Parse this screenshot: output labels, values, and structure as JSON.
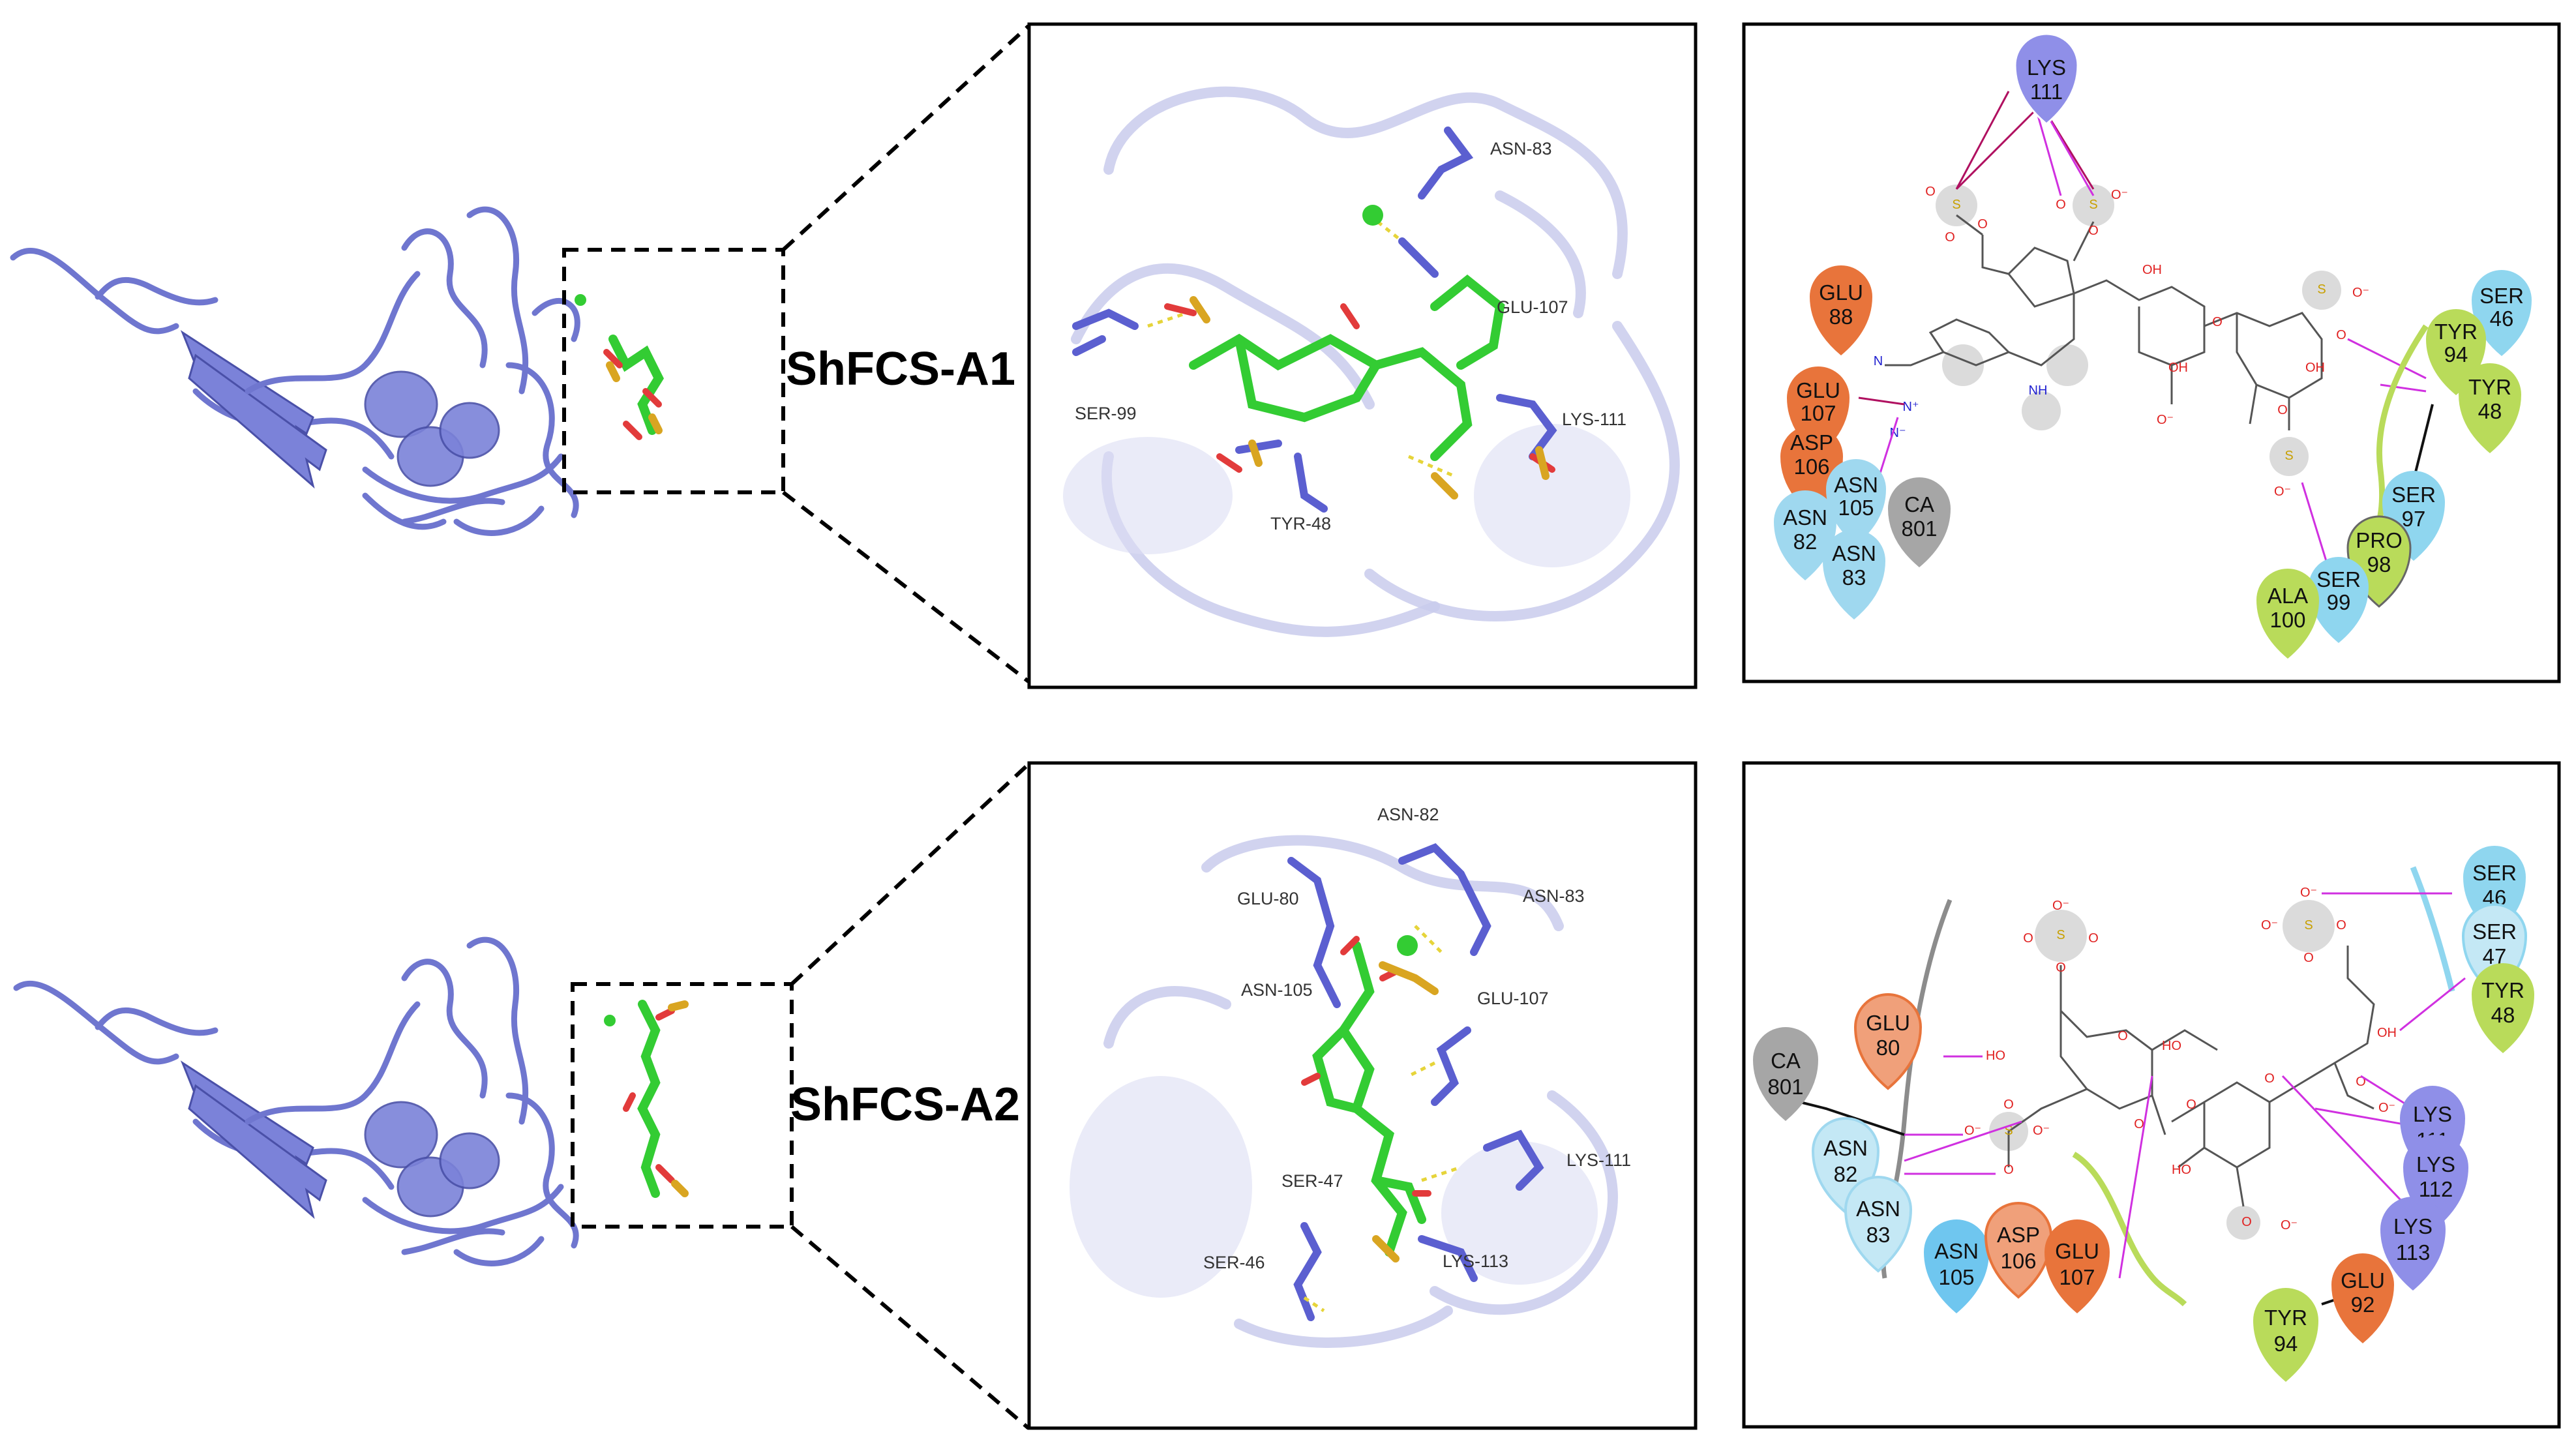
{
  "panels": {
    "a1": {
      "label": "ShFCS-A1",
      "residues_3d": [
        "ASN-83",
        "GLU-107",
        "SER-99",
        "LYS-111",
        "TYR-48"
      ],
      "residues_2d": [
        {
          "name": "LYS",
          "num": "111",
          "color": "#8f8fe8"
        },
        {
          "name": "GLU",
          "num": "88",
          "color": "#e8743b"
        },
        {
          "name": "GLU",
          "num": "107",
          "color": "#e8743b"
        },
        {
          "name": "ASP",
          "num": "106",
          "color": "#e8743b"
        },
        {
          "name": "ASN",
          "num": "105",
          "color": "#9fd8ef"
        },
        {
          "name": "ASN",
          "num": "82",
          "color": "#9fd8ef"
        },
        {
          "name": "ASN",
          "num": "83",
          "color": "#9fd8ef"
        },
        {
          "name": "CA",
          "num": "801",
          "color": "#a6a6a6"
        },
        {
          "name": "SER",
          "num": "46",
          "color": "#8fd6ef"
        },
        {
          "name": "TYR",
          "num": "94",
          "color": "#b9db5a"
        },
        {
          "name": "TYR",
          "num": "48",
          "color": "#b9db5a"
        },
        {
          "name": "SER",
          "num": "97",
          "color": "#8fd6ef"
        },
        {
          "name": "PRO",
          "num": "98",
          "color": "#b9db5a"
        },
        {
          "name": "SER",
          "num": "99",
          "color": "#8fd6ef"
        },
        {
          "name": "ALA",
          "num": "100",
          "color": "#b9db5a"
        }
      ]
    },
    "a2": {
      "label": "ShFCS-A2",
      "residues_3d": [
        "ASN-82",
        "GLU-80",
        "ASN-83",
        "ASN-105",
        "GLU-107",
        "LYS-111",
        "SER-47",
        "SER-46",
        "LYS-113"
      ],
      "residues_2d": [
        {
          "name": "CA",
          "num": "801",
          "color": "#a6a6a6"
        },
        {
          "name": "GLU",
          "num": "80",
          "color": "#e8743b"
        },
        {
          "name": "ASN",
          "num": "82",
          "color": "#9fd8ef"
        },
        {
          "name": "ASN",
          "num": "83",
          "color": "#9fd8ef"
        },
        {
          "name": "ASN",
          "num": "105",
          "color": "#6fc6ef"
        },
        {
          "name": "ASP",
          "num": "106",
          "color": "#e8743b"
        },
        {
          "name": "GLU",
          "num": "107",
          "color": "#e8743b"
        },
        {
          "name": "SER",
          "num": "46",
          "color": "#8fd6ef"
        },
        {
          "name": "SER",
          "num": "47",
          "color": "#8fd6ef"
        },
        {
          "name": "TYR",
          "num": "48",
          "color": "#b9db5a"
        },
        {
          "name": "LYS",
          "num": "111",
          "color": "#8f8fe8"
        },
        {
          "name": "LYS",
          "num": "112",
          "color": "#8f8fe8"
        },
        {
          "name": "LYS",
          "num": "113",
          "color": "#8f8fe8"
        },
        {
          "name": "GLU",
          "num": "92",
          "color": "#e8743b"
        },
        {
          "name": "TYR",
          "num": "94",
          "color": "#b9db5a"
        }
      ]
    }
  },
  "colors": {
    "protein": "#7b82d9",
    "ligand_carbon": "#33cc33",
    "oxygen": "#e23b3b",
    "sulfur": "#d9a521",
    "calcium": "#33cc33"
  }
}
